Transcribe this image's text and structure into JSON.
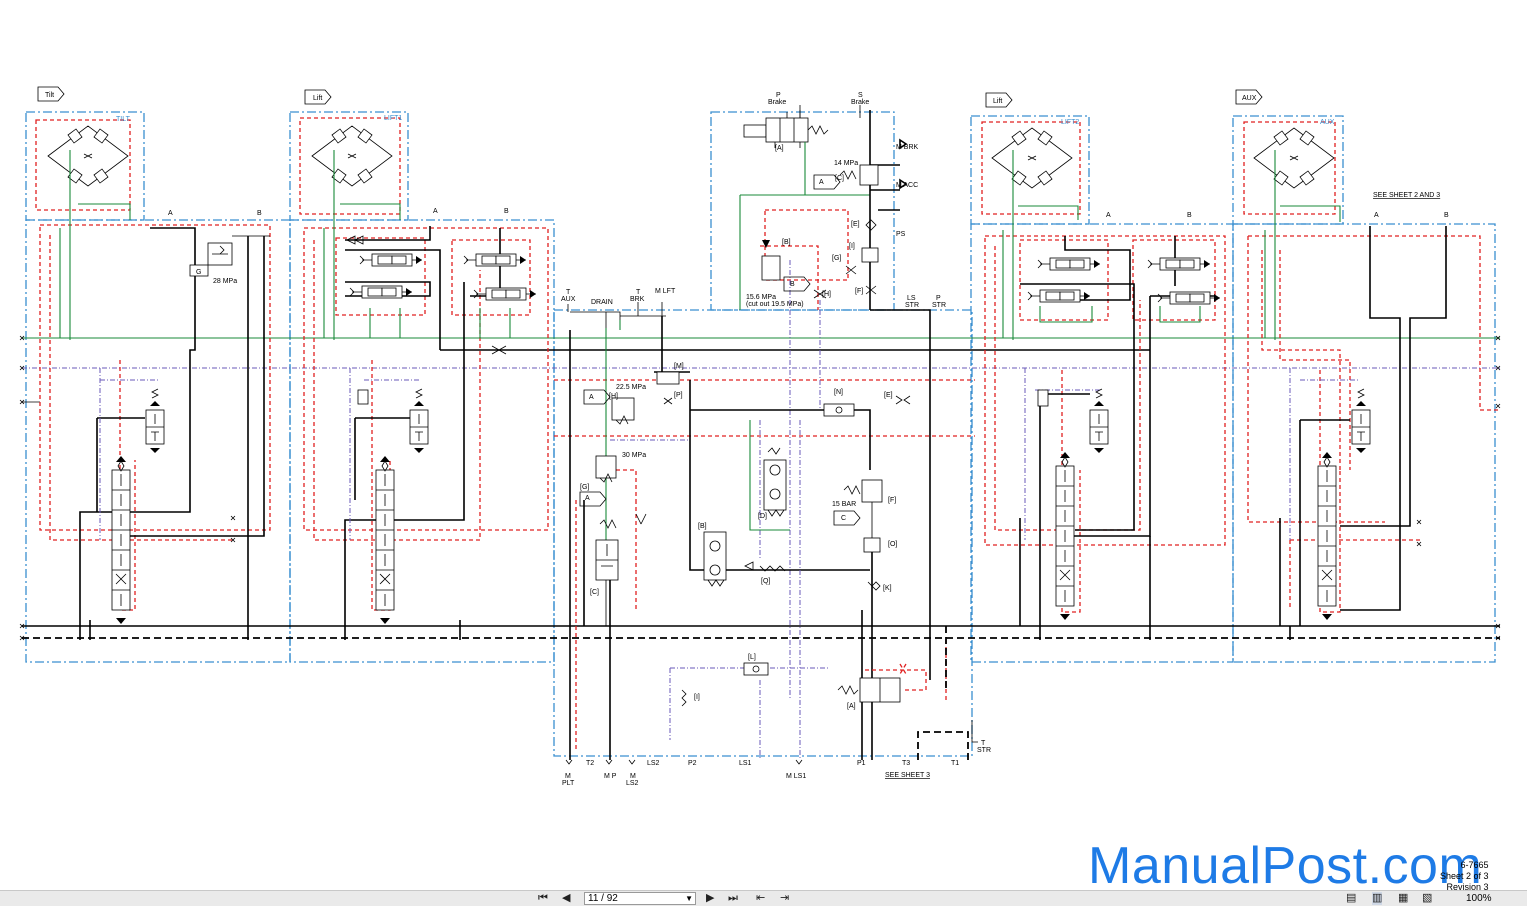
{
  "sections": {
    "tilt": {
      "tag": "Tilt",
      "valve": "TILT"
    },
    "lift1": {
      "tag": "Lift",
      "valve": "LIFT1"
    },
    "lift2": {
      "tag": "Lift",
      "valve": "LIFT2"
    },
    "aux": {
      "tag": "AUX",
      "valve": "AUX"
    }
  },
  "ports": {
    "a": "A",
    "b": "B"
  },
  "labels": {
    "g_tag": "G",
    "g_pressure": "28 MPa",
    "p_brake_1": "P",
    "p_brake_2": "Brake",
    "s_brake_1": "S",
    "s_brake_2": "Brake",
    "m_brk": "M BRK",
    "m_acc": "M ACC",
    "ps": "PS",
    "p14": "14 MPa",
    "p156": "15.6 MPa",
    "p195": "(cut out 19.5 MPa)",
    "t_aux_1": "T",
    "t_aux_2": "AUX",
    "drain": "DRAIN",
    "t_brk_1": "T",
    "t_brk_2": "BRK",
    "m_lft": "M LFT",
    "ls_str_1": "LS",
    "ls_str_2": "STR",
    "p_str_1": "P",
    "p_str_2": "STR",
    "p225": "22.5 MPa",
    "p30": "30 MPa",
    "bar15": "15 BAR",
    "see_sheet_23": "SEE SHEET 2 AND 3",
    "see_sheet_3": "SEE SHEET 3",
    "t_str_1": "T",
    "t_str_2": "STR"
  },
  "refs": {
    "A": "[A]",
    "B": "[B]",
    "C": "[C]",
    "D": "[D]",
    "E": "[E]",
    "F": "[F]",
    "G": "[G]",
    "H": "[H]",
    "I": "[I]",
    "K": "[K]",
    "L": "[L]",
    "M": "[M]",
    "N": "[N]",
    "O": "[O]",
    "P": "[P]",
    "Q": "[Q]"
  },
  "flags": {
    "a": "A",
    "b": "B",
    "c": "C"
  },
  "bottom_ports": {
    "m_plt_1": "M",
    "m_plt_2": "PLT",
    "t2": "T2",
    "m_p": "M P",
    "m_ls2_1": "M",
    "m_ls2_2": "LS2",
    "ls2": "LS2",
    "p2": "P2",
    "ls1": "LS1",
    "m_ls1": "M LS1",
    "p1": "P1",
    "t3": "T3",
    "t1": "T1"
  },
  "watermark": "ManualPost.com",
  "sheet_info": {
    "doc_no": "6-7665",
    "sheet": "Sheet 2 of 3",
    "revision": "Revision 3"
  },
  "toolbar": {
    "page": "11 / 92",
    "zoom": "100%"
  },
  "colors": {
    "pilot_line": "#e02020",
    "enclosure": "#3a8fd0",
    "pressure_line": "#1a8a3a",
    "load_sense": "#6a5ab8",
    "watermark": "#1e7be6"
  }
}
